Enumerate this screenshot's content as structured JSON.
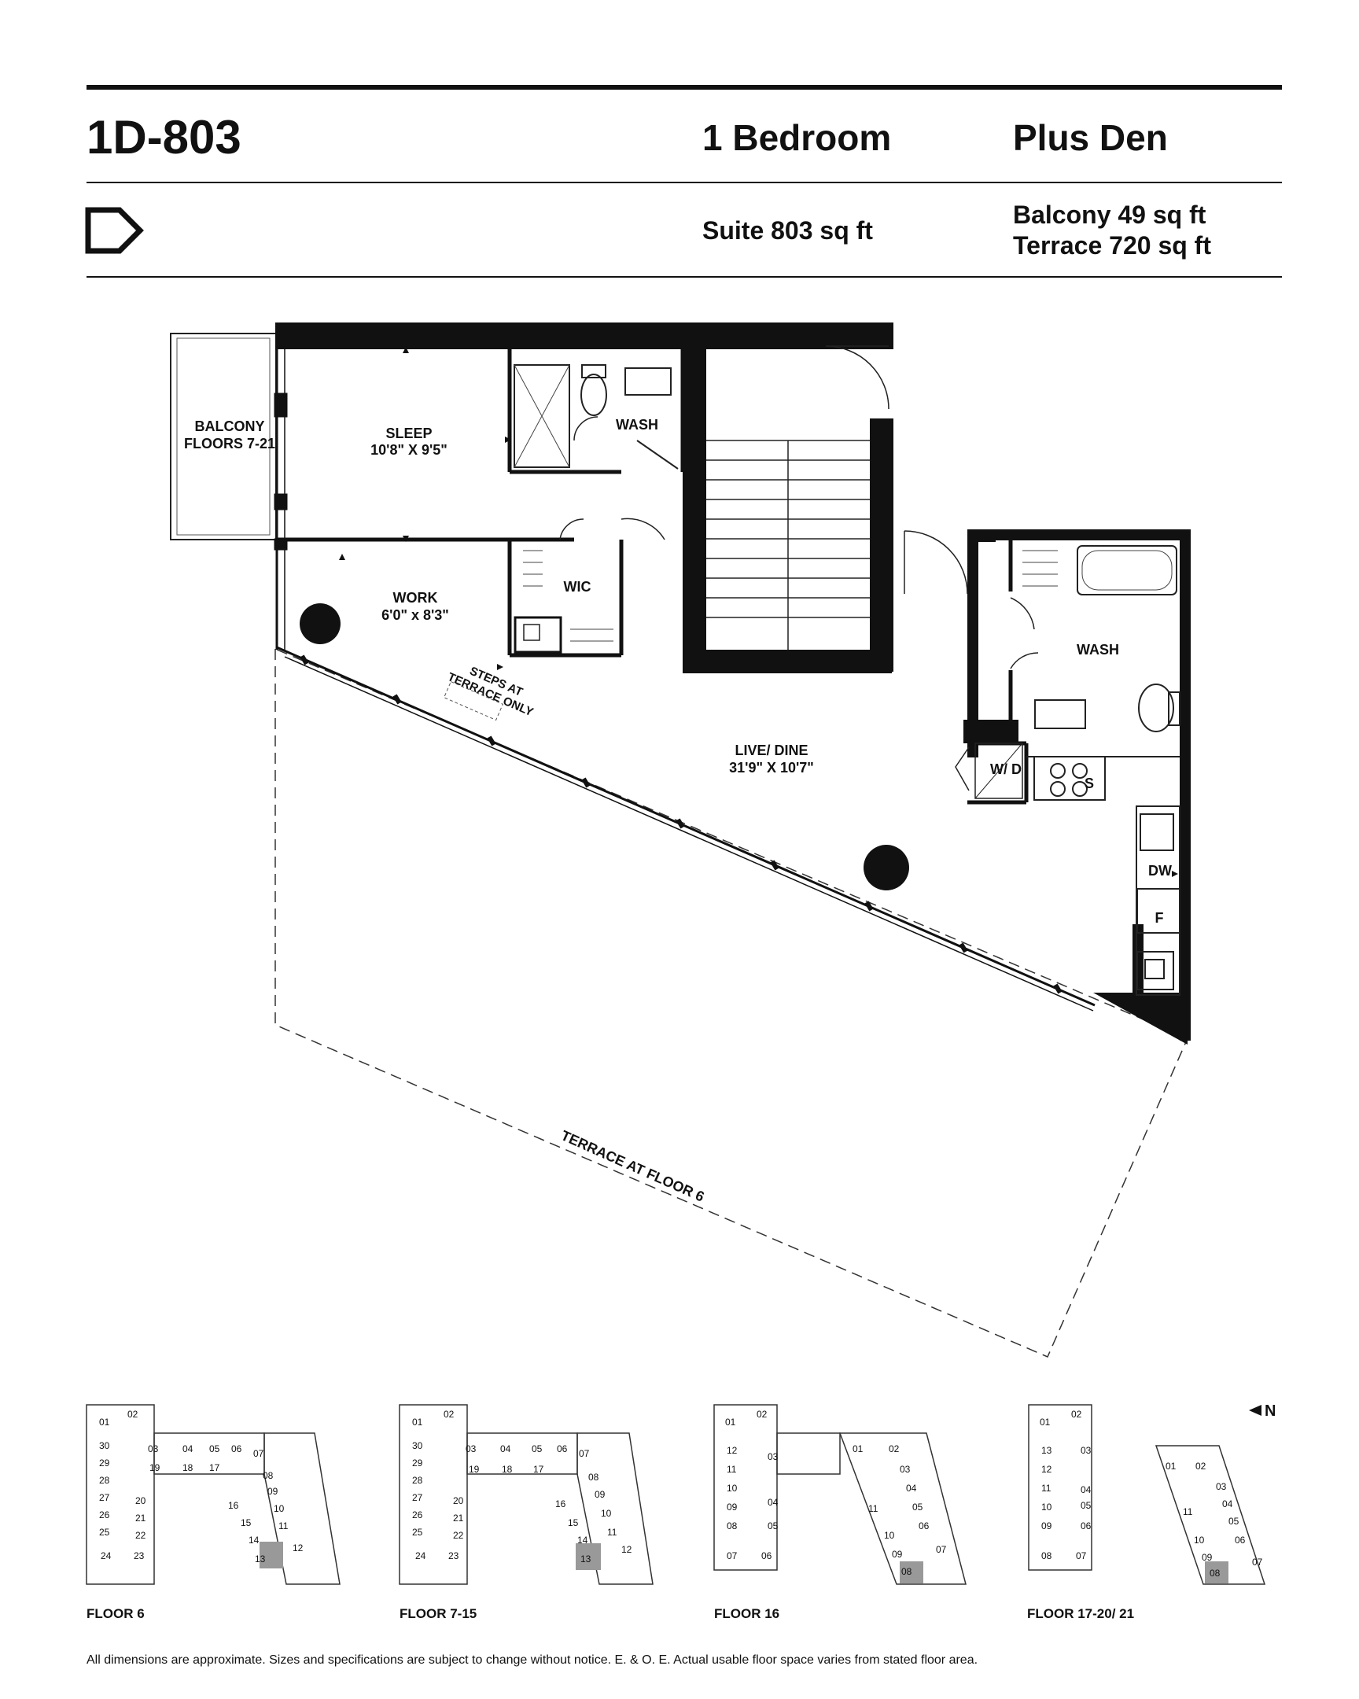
{
  "header": {
    "unit": "1D-803",
    "type": "1 Bedroom",
    "plus": "Plus Den",
    "suite_area": "Suite 803 sq ft",
    "balcony_area": "Balcony 49 sq ft",
    "terrace_area": "Terrace 720 sq ft",
    "logo_icon": "d-arrow-logo"
  },
  "plan": {
    "balcony": [
      "BALCONY",
      "FLOORS 7-21"
    ],
    "sleep": [
      "SLEEP",
      "10'8\" X 9'5\""
    ],
    "wash1": "WASH",
    "work": [
      "WORK",
      "6'0\" x 8'3\""
    ],
    "wic": "WIC",
    "steps": [
      "STEPS AT",
      "TERRACE ONLY"
    ],
    "live": [
      "LIVE/ DINE",
      "31'9\" X 10'7\""
    ],
    "wash2": "WASH",
    "wd": "W/ D",
    "stove": "S",
    "dw": "DW",
    "fridge": "F",
    "terrace": "TERRACE AT FLOOR 6"
  },
  "keyplans": {
    "north": "N",
    "floors": [
      {
        "label": "FLOOR 6",
        "units": [
          "01",
          "02",
          "30",
          "29",
          "28",
          "27",
          "26",
          "25",
          "24",
          "23",
          "03",
          "04",
          "05",
          "06",
          "07",
          "19",
          "18",
          "17",
          "20",
          "21",
          "22",
          "08",
          "09",
          "10",
          "11",
          "12",
          "13",
          "14",
          "15",
          "16"
        ]
      },
      {
        "label": "FLOOR 7-15",
        "units": [
          "01",
          "02",
          "30",
          "29",
          "28",
          "27",
          "26",
          "25",
          "24",
          "23",
          "03",
          "04",
          "05",
          "06",
          "07",
          "19",
          "18",
          "17",
          "20",
          "21",
          "22",
          "08",
          "09",
          "10",
          "11",
          "12",
          "13",
          "14",
          "15",
          "16"
        ]
      },
      {
        "label": "FLOOR 16",
        "units": [
          "01",
          "02",
          "12",
          "11",
          "10",
          "09",
          "08",
          "07",
          "03",
          "04",
          "05",
          "06",
          "01",
          "02",
          "03",
          "04",
          "05",
          "06",
          "07",
          "08",
          "09",
          "10",
          "11"
        ]
      },
      {
        "label": "FLOOR 17-20/ 21",
        "units": [
          "01",
          "02",
          "13",
          "12",
          "11",
          "10",
          "09",
          "08",
          "03",
          "04",
          "05",
          "06",
          "07",
          "01",
          "02",
          "03",
          "04",
          "05",
          "06",
          "07",
          "08",
          "09",
          "10",
          "11"
        ]
      }
    ]
  },
  "footer": {
    "disclaimer": "All dimensions are approximate. Sizes and specifications are subject to change without notice. E. & O. E. Actual usable floor space varies from stated floor area."
  }
}
